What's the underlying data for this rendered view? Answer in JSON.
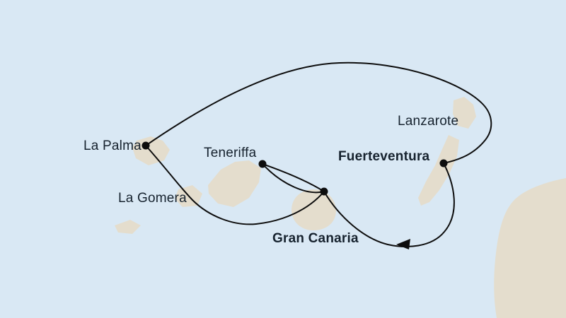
{
  "map": {
    "labels": [
      {
        "text": "La Palma",
        "bold": false
      },
      {
        "text": "Teneriffa",
        "bold": false
      },
      {
        "text": "Lanzarote",
        "bold": false
      },
      {
        "text": "Fuerteventura",
        "bold": true
      },
      {
        "text": "La Gomera",
        "bold": false
      },
      {
        "text": "Gran Canaria",
        "bold": true
      }
    ],
    "islands": [
      "La Palma",
      "El Hierro",
      "La Gomera",
      "Teneriffa",
      "Gran Canaria",
      "Fuerteventura",
      "Lanzarote",
      "African coast"
    ],
    "colors": {
      "sea": "#d9e8f4",
      "land": "#e4ddcd",
      "route": "#0d0d0d",
      "dot": "#0d0d0d",
      "text": "#16222e"
    }
  }
}
